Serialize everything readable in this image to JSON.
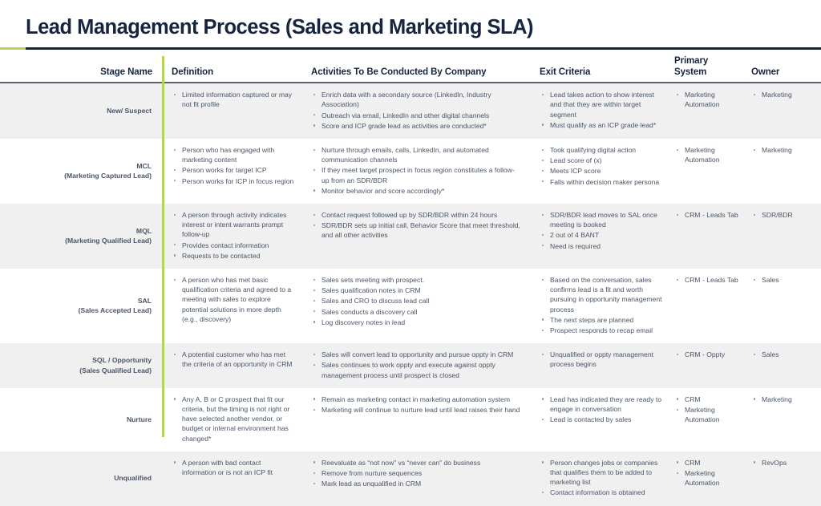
{
  "title": "Lead Management Process (Sales and Marketing SLA)",
  "accent_green": "#b5d25c",
  "accent_navy": "#17243d",
  "row_shade": "#f0f0f0",
  "headers": {
    "stage": "Stage Name",
    "definition": "Definition",
    "activities": "Activities To Be Conducted By Company",
    "exit": "Exit Criteria",
    "system_line1": "Primary",
    "system_line2": "System",
    "owner": "Owner"
  },
  "rows": [
    {
      "stage": "New/ Suspect",
      "stage_sub": "",
      "definition": [
        "Limited information captured or may not fit profile"
      ],
      "activities": [
        "Enrich data with a secondary source (LinkedIn, Industry Association)",
        "Outreach via email, LinkedIn and other digital channels",
        "Score and ICP grade lead as activities are conducted*"
      ],
      "exit": [
        "Lead takes action to show interest and that they are within target segment",
        "Must qualify as an ICP grade lead*"
      ],
      "system": [
        "Marketing Automation"
      ],
      "owner": [
        "Marketing"
      ]
    },
    {
      "stage": "MCL",
      "stage_sub": "(Marketing Captured Lead)",
      "definition": [
        "Person who has engaged with marketing content",
        "Person works for target ICP",
        "Person works for ICP in focus region"
      ],
      "activities": [
        "Nurture through emails, calls, LinkedIn, and automated communication channels",
        "If they meet target prospect in focus region constitutes a follow-up from an SDR/BDR",
        "Monitor behavior and score accordingly*"
      ],
      "exit": [
        "Took qualifying digital action",
        "Lead score of (x)",
        "Meets ICP score",
        "Falls within decision maker persona"
      ],
      "system": [
        "Marketing Automation"
      ],
      "owner": [
        "Marketing"
      ]
    },
    {
      "stage": "MQL",
      "stage_sub": "(Marketing Qualified Lead)",
      "definition": [
        "A person through activity indicates interest or intent warrants prompt follow-up",
        "Provides contact information",
        "Requests to be contacted"
      ],
      "activities": [
        "Contact request followed up by SDR/BDR within 24 hours",
        "SDR/BDR sets up initial call, Behavior Score that meet threshold, and all other activities"
      ],
      "exit": [
        "SDR/BDR lead moves to SAL once meeting is booked",
        "2 out of 4 BANT",
        "Need is required"
      ],
      "system": [
        "CRM - Leads Tab"
      ],
      "owner": [
        "SDR/BDR"
      ]
    },
    {
      "stage": "SAL",
      "stage_sub": "(Sales Accepted Lead)",
      "definition": [
        "A person who has met basic qualification criteria and agreed to a meeting with sales to explore potential solutions in more depth (e.g., discovery)"
      ],
      "activities": [
        "Sales sets meeting with prospect.",
        "Sales qualification notes in CRM",
        "Sales and CRO to discuss lead call",
        "Sales conducts a discovery call",
        "Log discovery notes in lead"
      ],
      "exit": [
        "Based on the conversation, sales confirms lead is a fit and worth pursuing in opportunity management process",
        "The next steps are planned",
        "Prospect responds to recap email"
      ],
      "system": [
        "CRM - Leads Tab"
      ],
      "owner": [
        "Sales"
      ]
    },
    {
      "stage": "SQL / Opportunity",
      "stage_sub": "(Sales Qualified Lead)",
      "definition": [
        "A potential customer who has met the criteria of an opportunity in CRM"
      ],
      "activities": [
        "Sales will convert lead to opportunity and pursue oppty in CRM",
        "Sales continues to work oppty and execute against oppty management process until prospect is closed"
      ],
      "exit": [
        "Unqualified or oppty management process begins"
      ],
      "system": [
        "CRM - Oppty"
      ],
      "owner": [
        "Sales"
      ]
    },
    {
      "stage": "Nurture",
      "stage_sub": "",
      "definition": [
        "Any A, B  or C prospect that fit our criteria, but the timing is not right or have selected another vendor, or budget or internal environment has changed*"
      ],
      "activities": [
        "Remain as marketing contact in marketing automation system",
        "Marketing will continue to nurture lead until lead raises their hand"
      ],
      "exit": [
        "Lead has indicated they are ready to engage in conversation",
        "Lead is contacted by sales"
      ],
      "system": [
        "CRM",
        "Marketing Automation"
      ],
      "owner": [
        "Marketing"
      ]
    },
    {
      "stage": "Unqualified",
      "stage_sub": "",
      "definition": [
        "A person with bad contact information or is not an ICP fit"
      ],
      "activities": [
        "Reevaluate as “not now” vs “never can” do business",
        "Remove from nurture sequences",
        "Mark lead as unqualified in CRM"
      ],
      "exit": [
        "Person changes jobs or companies that qualifies them to be added to marketing list",
        "Contact information is obtained"
      ],
      "system": [
        "CRM",
        "Marketing Automation"
      ],
      "owner": [
        "RevOps"
      ]
    }
  ]
}
